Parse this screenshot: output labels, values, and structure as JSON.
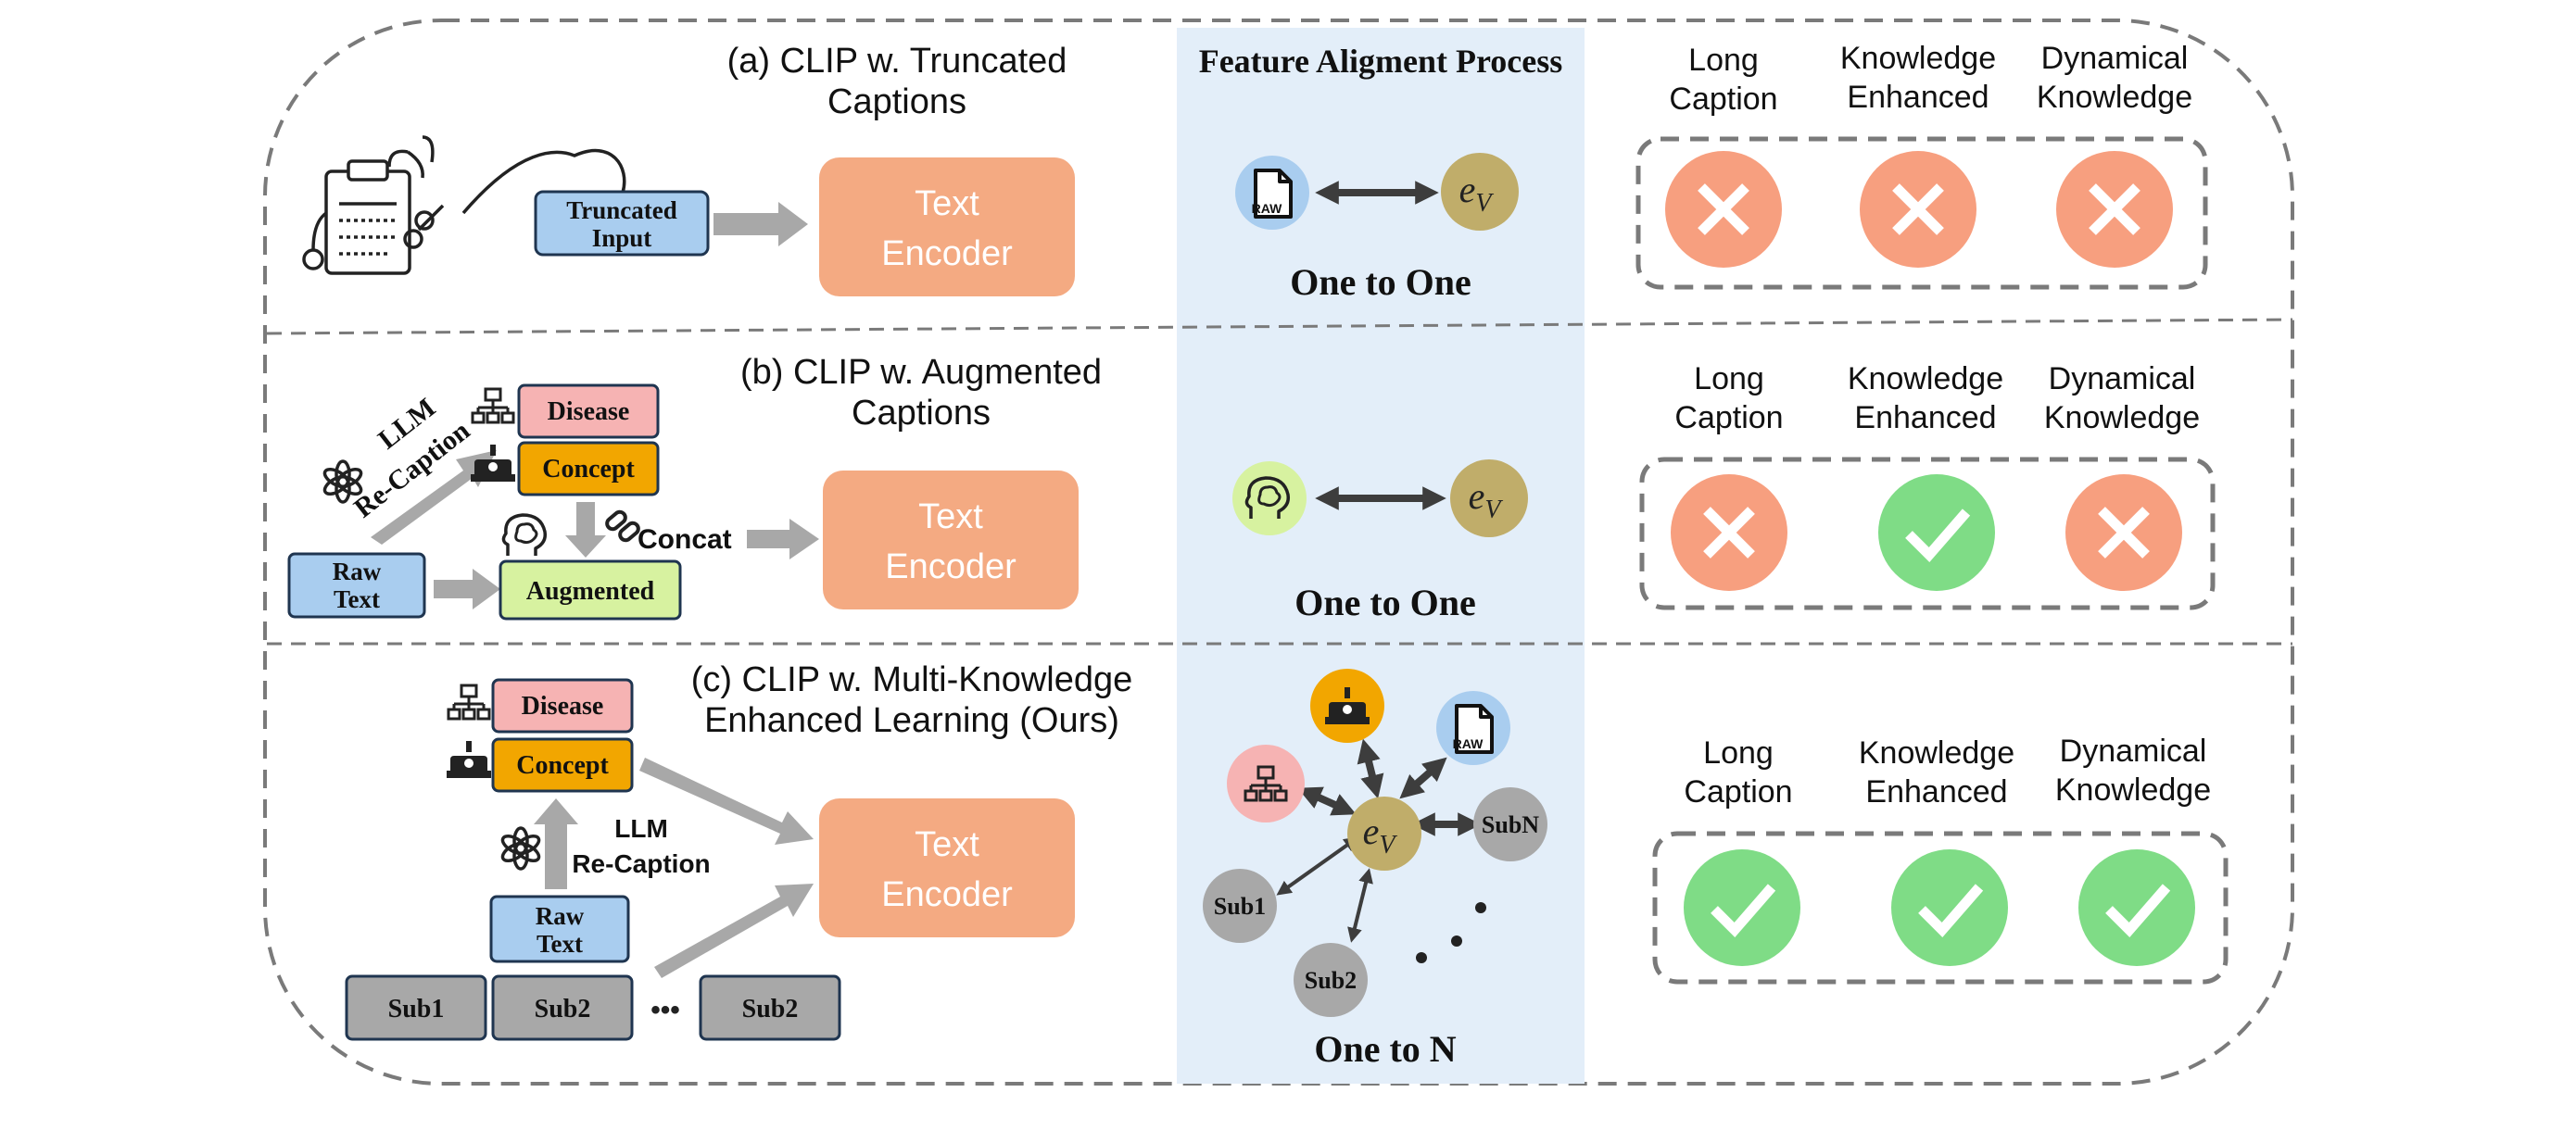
{
  "alignment_header": "Feature Aligment Process",
  "criteria": [
    "Long",
    "Caption",
    "Knowledge",
    "Enhanced",
    "Dynamical",
    "Knowledge"
  ],
  "rows": [
    {
      "title_line1": "(a) CLIP w. Truncated",
      "title_line2": "Captions",
      "input_line1": "Truncated",
      "input_line2": "Input",
      "encoder_line1": "Text",
      "encoder_line2": "Encoder",
      "raw_icon_text": "RAW",
      "ev_symbol": "e",
      "ev_sub": "V",
      "mapping": "One to One",
      "checks": [
        false,
        false,
        false
      ]
    },
    {
      "title_line1": "(b) CLIP w. Augmented",
      "title_line2": "Captions",
      "llm_label": "LLM",
      "recaption_label": "Re-Caption",
      "disease": "Disease",
      "concept": "Concept",
      "concat": "Concat",
      "raw_line1": "Raw",
      "raw_line2": "Text",
      "augmented": "Augmented",
      "encoder_line1": "Text",
      "encoder_line2": "Encoder",
      "ev_symbol": "e",
      "ev_sub": "V",
      "mapping": "One to One",
      "checks": [
        false,
        true,
        false
      ]
    },
    {
      "title_line1": "(c) CLIP w. Multi-Knowledge",
      "title_line2": "Enhanced Learning (Ours)",
      "disease": "Disease",
      "concept": "Concept",
      "llm_label": "LLM",
      "recaption_label": "Re-Caption",
      "raw_line1": "Raw",
      "raw_line2": "Text",
      "subs": [
        "Sub1",
        "Sub2",
        "Sub2"
      ],
      "ellipsis": "•••",
      "encoder_line1": "Text",
      "encoder_line2": "Encoder",
      "raw_icon_text": "RAW",
      "nodes": [
        "Sub1",
        "Sub2",
        "SubN"
      ],
      "ev_symbol": "e",
      "ev_sub": "V",
      "mapping": "One to N",
      "checks": [
        true,
        true,
        true
      ]
    }
  ],
  "colors": {
    "encoder": "#f4aa82",
    "blue_box": "#a9cdef",
    "pink_box": "#f6b3b3",
    "orange_box": "#f2a600",
    "green_box": "#d7f2a0",
    "gray_box": "#a8a8a8",
    "cross_circle": "#f79f7f",
    "check_circle": "#7fdc86",
    "ev_circle": "#c0ad6a",
    "panel_bg": "#e3eef9"
  }
}
